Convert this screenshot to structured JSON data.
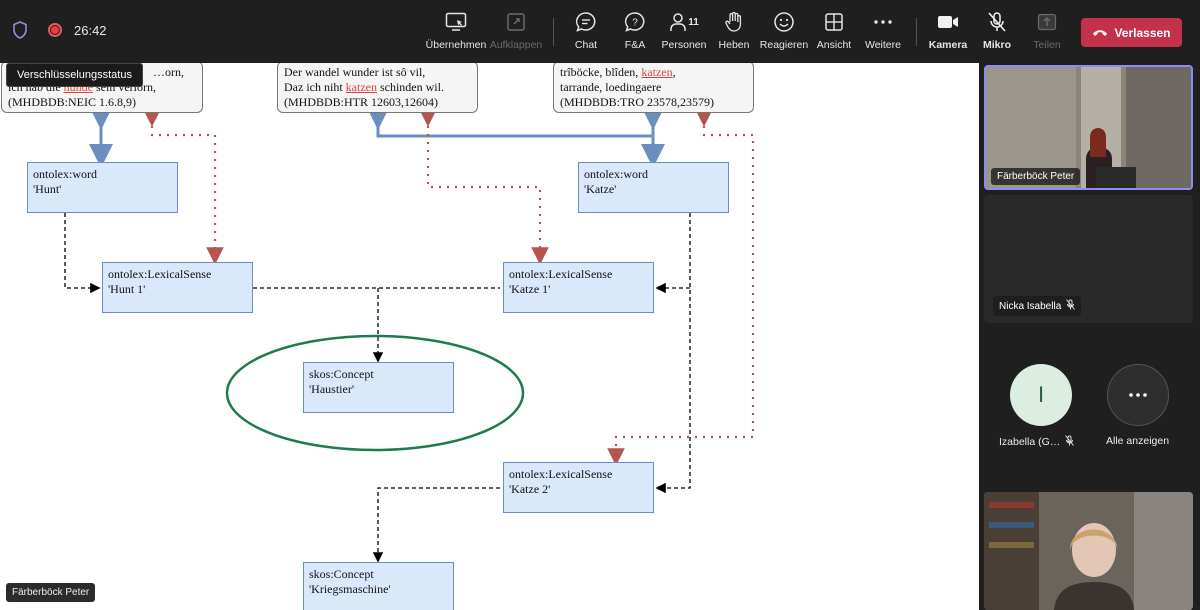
{
  "topbar": {
    "timer": "26:42",
    "tooltip": "Verschlüsselungsstatus",
    "buttons": {
      "uebernehmen": "Übernehmen",
      "aufklappen": "Aufklappen",
      "chat": "Chat",
      "fa": "F&A",
      "personen": "Personen",
      "personen_count": "11",
      "heben": "Heben",
      "reagieren": "Reagieren",
      "ansicht": "Ansicht",
      "weitere": "Weitere",
      "kamera": "Kamera",
      "mikro": "Mikro",
      "teilen": "Teilen",
      "leave": "Verlassen"
    },
    "colors": {
      "leave": "#c4314b",
      "recording": "#e83e3e"
    }
  },
  "diagram": {
    "quotes": {
      "q1": {
        "l1": "…orn,",
        "l2_pre": "ich hab die ",
        "l2_hl": "hunde",
        "l2_post": " sein verlorn,",
        "l3": "(MHDBDB:NEIC 1.6.8,9)"
      },
      "q2": {
        "l1": "Der wandel wunder ist sô vil,",
        "l2_pre": "Daz ich niht ",
        "l2_hl": "katzen",
        "l2_post": " schinden wil.",
        "l3": "(MHDBDB:HTR 12603,12604)"
      },
      "q3": {
        "l1_pre": "trîböcke, blîden, ",
        "l1_hl": "katzen",
        "l1_post": ",",
        "l2": "tarrande, loedingaere",
        "l3": "(MHDBDB:TRO 23578,23579)"
      }
    },
    "boxes": {
      "word_hunt": {
        "l1": "ontolex:word",
        "l2": "'Hunt'"
      },
      "word_katze": {
        "l1": "ontolex:word",
        "l2": "'Katze'"
      },
      "sense_hunt1": {
        "l1": "ontolex:LexicalSense",
        "l2": "'Hunt 1'"
      },
      "sense_katze1": {
        "l1": "ontolex:LexicalSense",
        "l2": "'Katze 1'"
      },
      "concept_haustier": {
        "l1": "skos:Concept",
        "l2": "'Haustier'"
      },
      "sense_katze2": {
        "l1": "ontolex:LexicalSense",
        "l2": "'Katze 2'"
      },
      "concept_kriegsmaschine": {
        "l1": "skos:Concept",
        "l2": "'Kriegsmaschine'"
      }
    },
    "colors": {
      "blue_arrow": "#6c8ebf",
      "red_arrow": "#b85450",
      "ellipse": "#1f7a4d",
      "box_fill": "#dae8fc"
    },
    "stage_label": "Färberböck Peter"
  },
  "participants": {
    "p1": {
      "name": "Färberböck Peter"
    },
    "p2": {
      "name": "Nicka Isabella"
    },
    "p3": {
      "initial": "I",
      "name": "Izabella (G…"
    },
    "show_all": "Alle anzeigen"
  }
}
